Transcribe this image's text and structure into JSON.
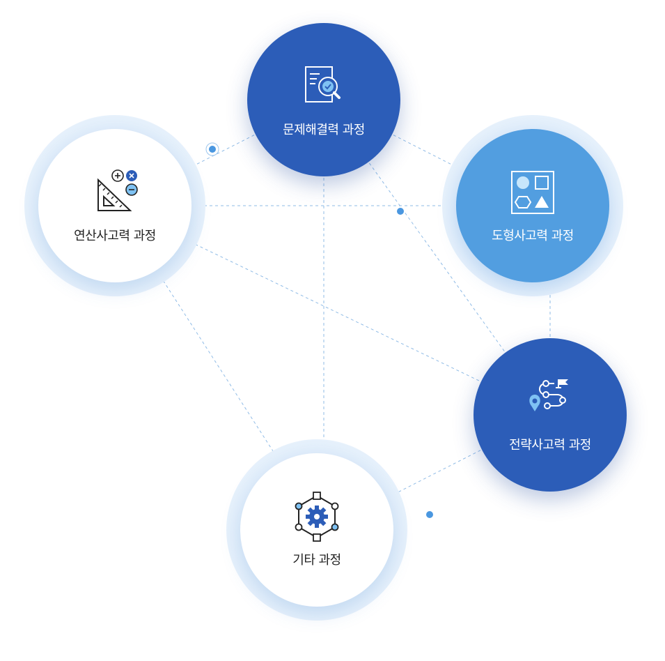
{
  "nodes": {
    "problem_solving": {
      "label": "문제해결력 과정"
    },
    "arithmetic": {
      "label": "연산사고력 과정"
    },
    "geometry": {
      "label": "도형사고력 과정"
    },
    "strategy": {
      "label": "전략사고력 과정"
    },
    "others": {
      "label": "기타 과정"
    }
  },
  "colors": {
    "dark_blue": "#2c5db8",
    "light_blue": "#529ee0",
    "halo": "#eaf3fc",
    "dash_line": "#8fbbe6",
    "dot": "#4a97e0"
  }
}
